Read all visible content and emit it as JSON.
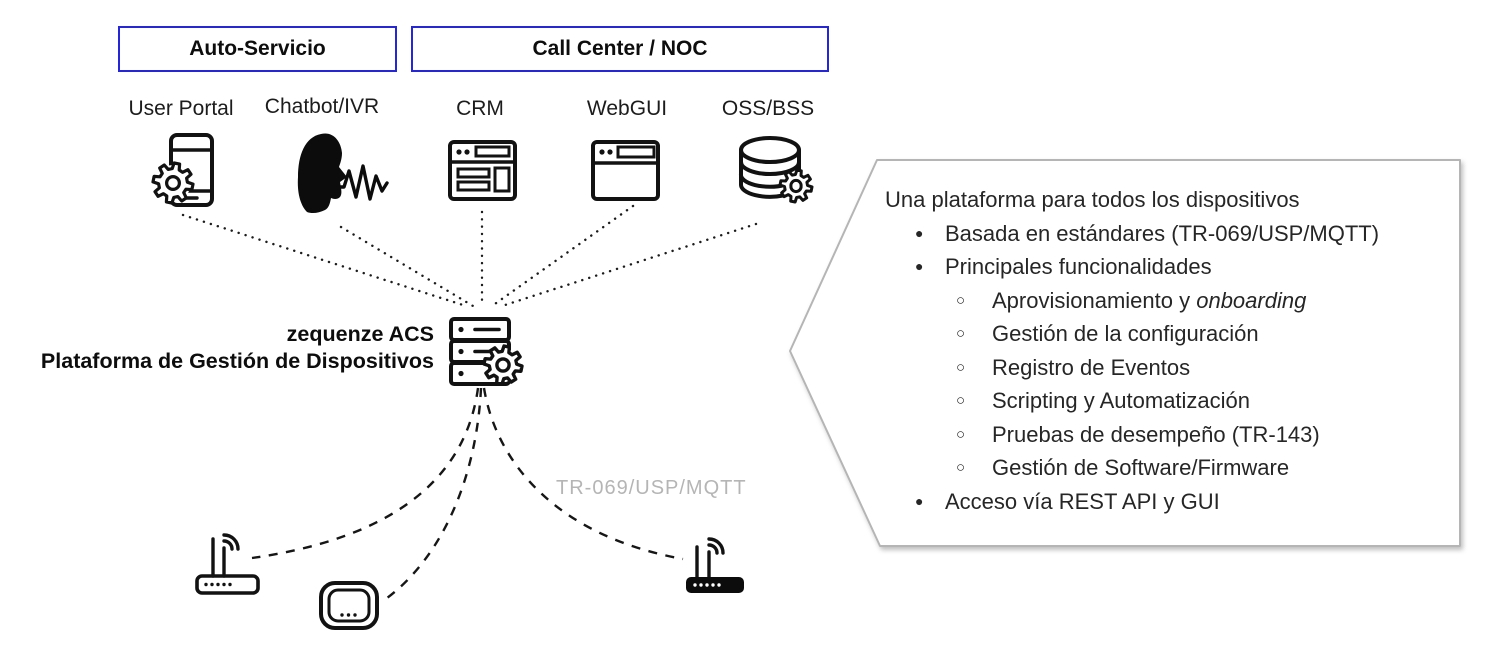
{
  "colors": {
    "box_border": "#2526d8",
    "callout_border": "#b5b5b5",
    "protocol_text": "#b5b5b5",
    "ink": "#121212"
  },
  "top_groups": [
    {
      "label": "Auto-Servicio"
    },
    {
      "label": "Call Center / NOC"
    }
  ],
  "channels": [
    {
      "label": "User Portal",
      "icon": "smartphone-gear-icon"
    },
    {
      "label": "Chatbot/IVR",
      "icon": "chatbot-face-icon"
    },
    {
      "label": "CRM",
      "icon": "browser-content-icon"
    },
    {
      "label": "WebGUI",
      "icon": "browser-icon"
    },
    {
      "label": "OSS/BSS",
      "icon": "database-gear-icon"
    }
  ],
  "platform": {
    "title_line1": "zequenze ACS",
    "title_line2": "Plataforma de Gestión de Dispositivos",
    "icon": "server-gear-icon"
  },
  "protocol_label": "TR-069/USP/MQTT",
  "edge_devices": [
    {
      "icon": "wifi-router-outline-icon"
    },
    {
      "icon": "access-point-icon"
    },
    {
      "icon": "wifi-router-filled-icon"
    }
  ],
  "callout": {
    "intro": "Una plataforma para todos los dispositivos",
    "items": [
      {
        "level": 1,
        "marker": "●",
        "text": "Basada en estándares (TR-069/USP/MQTT)"
      },
      {
        "level": 1,
        "marker": "●",
        "text": "Principales funcionalidades"
      },
      {
        "level": 2,
        "marker": "○",
        "text": "Aprovisionamiento y ",
        "italic": "onboarding"
      },
      {
        "level": 2,
        "marker": "○",
        "text": "Gestión de la configuración"
      },
      {
        "level": 2,
        "marker": "○",
        "text": "Registro de Eventos"
      },
      {
        "level": 2,
        "marker": "○",
        "text": "Scripting y Automatización"
      },
      {
        "level": 2,
        "marker": "○",
        "text": "Pruebas de desempeño (TR-143)"
      },
      {
        "level": 2,
        "marker": "○",
        "text": "Gestión de Software/Firmware"
      },
      {
        "level": 1,
        "marker": "●",
        "text": "Acceso vía REST API y GUI"
      }
    ]
  }
}
